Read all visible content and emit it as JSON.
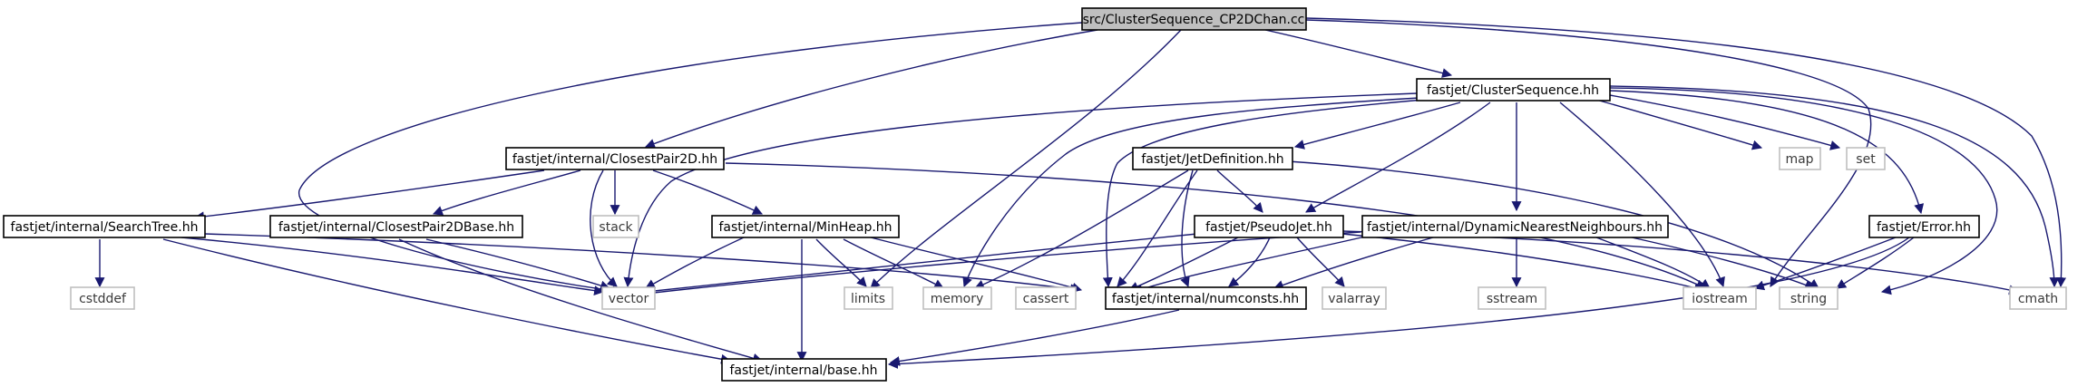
{
  "colors": {
    "edge": "#191970",
    "focus_fill": "#bfbfbf",
    "system_border": "#bfbfbf",
    "node_border": "#000000"
  },
  "nodes": {
    "root": "src/ClusterSequence_CP2DChan.cc",
    "cs": "fastjet/ClusterSequence.hh",
    "cp2d": "fastjet/internal/ClosestPair2D.hh",
    "jetdef": "fastjet/JetDefinition.hh",
    "map": "map",
    "set": "set",
    "searchtree": "fastjet/internal/SearchTree.hh",
    "cp2dbase": "fastjet/internal/ClosestPair2DBase.hh",
    "stack": "stack",
    "minheap": "fastjet/internal/MinHeap.hh",
    "pseudojet": "fastjet/PseudoJet.hh",
    "dnn": "fastjet/internal/DynamicNearestNeighbours.hh",
    "error": "fastjet/Error.hh",
    "cstddef": "cstddef",
    "vector": "vector",
    "limits": "limits",
    "memory": "memory",
    "cassert": "cassert",
    "numconsts": "fastjet/internal/numconsts.hh",
    "valarray": "valarray",
    "sstream": "sstream",
    "iostream": "iostream",
    "string": "string",
    "cmath": "cmath",
    "base": "fastjet/internal/base.hh"
  }
}
